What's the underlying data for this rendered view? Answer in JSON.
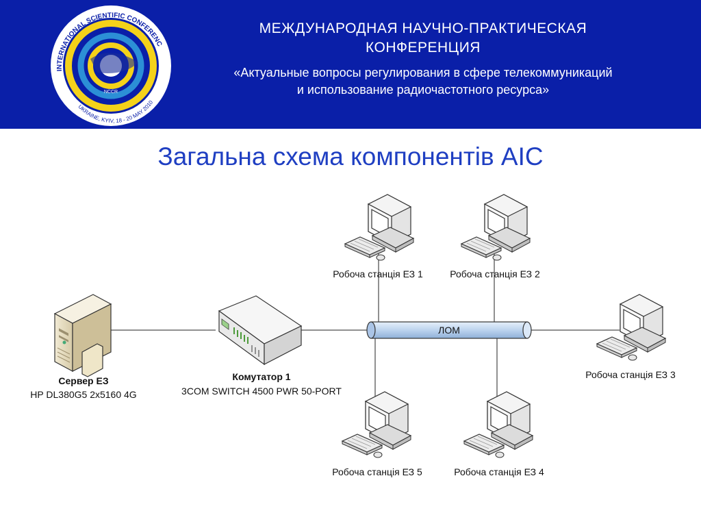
{
  "header": {
    "logo_ring_text": "INTERNATIONAL SCIENTIFIC CONFERENCE",
    "logo_bottom_text": "UKRAINE, KYIV, 18 - 20 MAY 2010",
    "logo_center_text": "NCCR",
    "line1": "МЕЖДУНАРОДНАЯ НАУЧНО-ПРАКТИЧЕСКАЯ",
    "line2": "КОНФЕРЕНЦИЯ",
    "line3": "«Актуальные вопросы регулирования в сфере телекоммуникаций",
    "line4": "и использование радиочастотного ресурса»"
  },
  "title": "Загальна схема компонентів АІС",
  "diagram": {
    "lan_label": "ЛОМ",
    "server": {
      "name": "Сервер ЕЗ",
      "model": "HP DL380G5 2x5160 4G"
    },
    "switch": {
      "name": "Комутатор 1",
      "model": "3COM SWITCH 4500 PWR 50-PORT"
    },
    "workstations": [
      "Робоча станція ЕЗ 1",
      "Робоча станція ЕЗ 2",
      "Робоча станція ЕЗ 3",
      "Робоча станція ЕЗ 4",
      "Робоча станція ЕЗ 5"
    ]
  },
  "colors": {
    "header_bg": "#0a1fa8",
    "title": "#1f3fc2",
    "lan_fill": "#bcd3ee",
    "logo_yellow": "#f4d21a"
  }
}
